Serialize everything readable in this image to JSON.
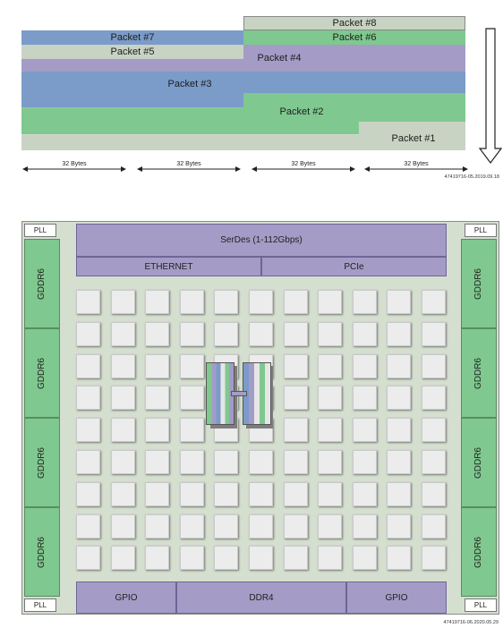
{
  "packets": {
    "p1": "Packet #1",
    "p2": "Packet #2",
    "p3": "Packet #3",
    "p4": "Packet #4",
    "p5": "Packet #5",
    "p6": "Packet #6",
    "p7": "Packet #7",
    "p8": "Packet #8"
  },
  "byte_labels": [
    "32 Bytes",
    "32 Bytes",
    "32 Bytes",
    "32 Bytes"
  ],
  "figure1_id": "47419716-05.2019.09.18",
  "chip": {
    "pll": "PLL",
    "gddr": "GDDR6",
    "serdes": "SerDes (1-112Gbps)",
    "ethernet": "ETHERNET",
    "pcie": "PCIe",
    "gpio": "GPIO",
    "ddr4": "DDR4"
  },
  "figure2_id": "47419716-06.2020.05.29",
  "colors": {
    "blue": "#7b9bc9",
    "green": "#7fc88f",
    "gray": "#c8d3c3",
    "purple": "#a49cc6"
  }
}
